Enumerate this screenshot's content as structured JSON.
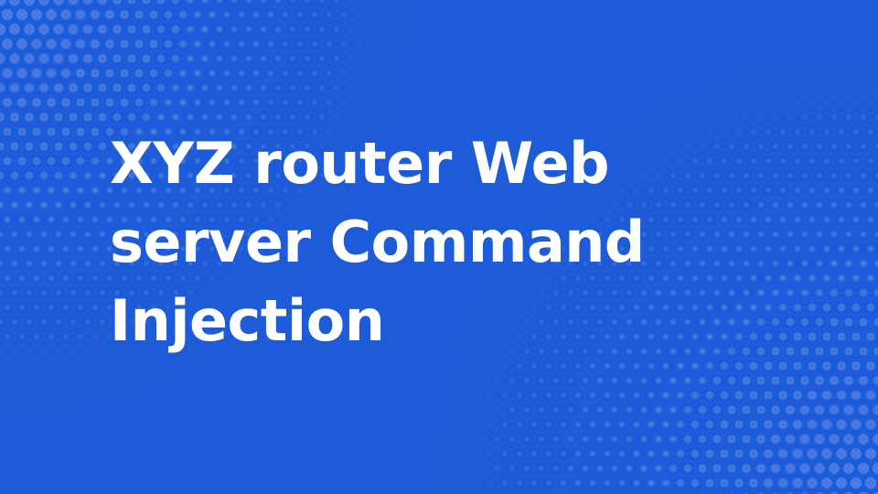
{
  "background": {
    "base_color": "#1d5bd9",
    "dot_color": "#5b8ae6"
  },
  "title": {
    "lines": [
      "XYZ router Web",
      "server Command",
      "Injection"
    ],
    "color": "#ffffff"
  }
}
